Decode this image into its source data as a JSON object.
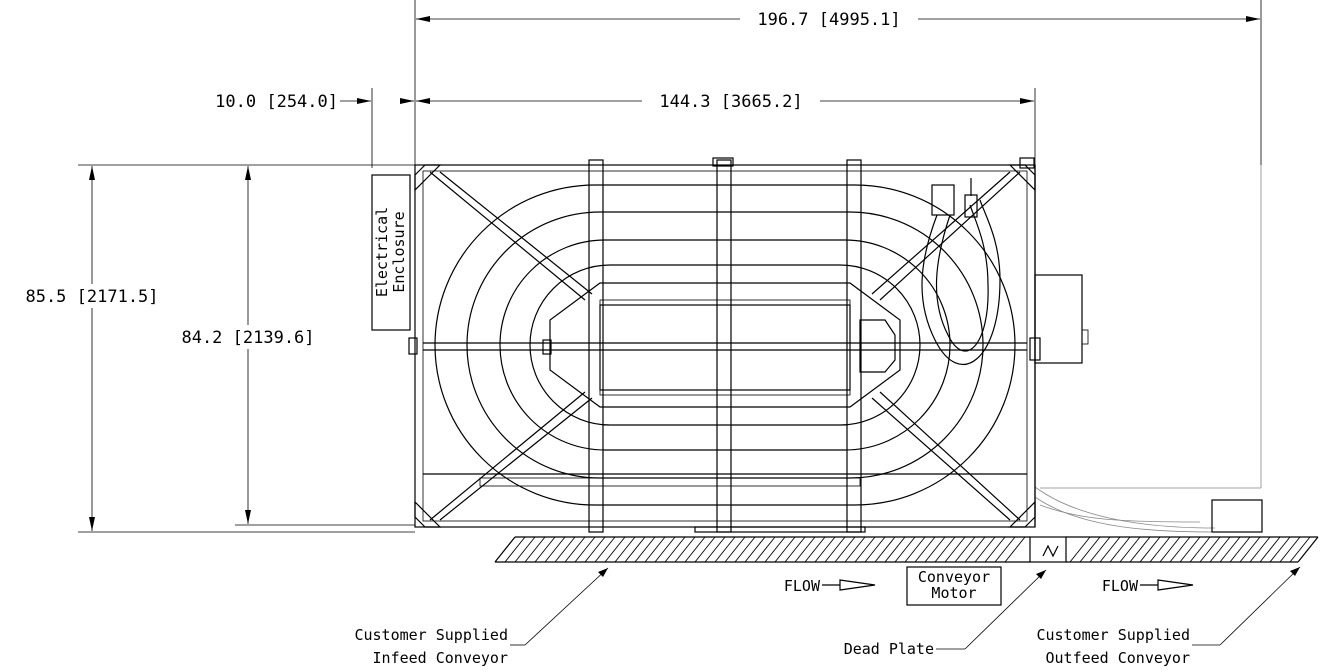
{
  "dimensions": {
    "overall_width": "196.7 [4995.1]",
    "frame_width": "144.3 [3665.2]",
    "enclosure_offset": "10.0 [254.0]",
    "overall_height": "85.5 [2171.5]",
    "frame_height": "84.2 [2139.6]"
  },
  "labels": {
    "electrical_enclosure": [
      "Electrical",
      "Enclosure"
    ],
    "flow_left": "FLOW",
    "flow_right": "FLOW",
    "conveyor_motor": [
      "Conveyor",
      "Motor"
    ],
    "infeed": [
      "Customer Supplied",
      "Infeed Conveyor"
    ],
    "dead_plate": "Dead Plate",
    "outfeed": [
      "Customer Supplied",
      "Outfeed Conveyor"
    ]
  }
}
